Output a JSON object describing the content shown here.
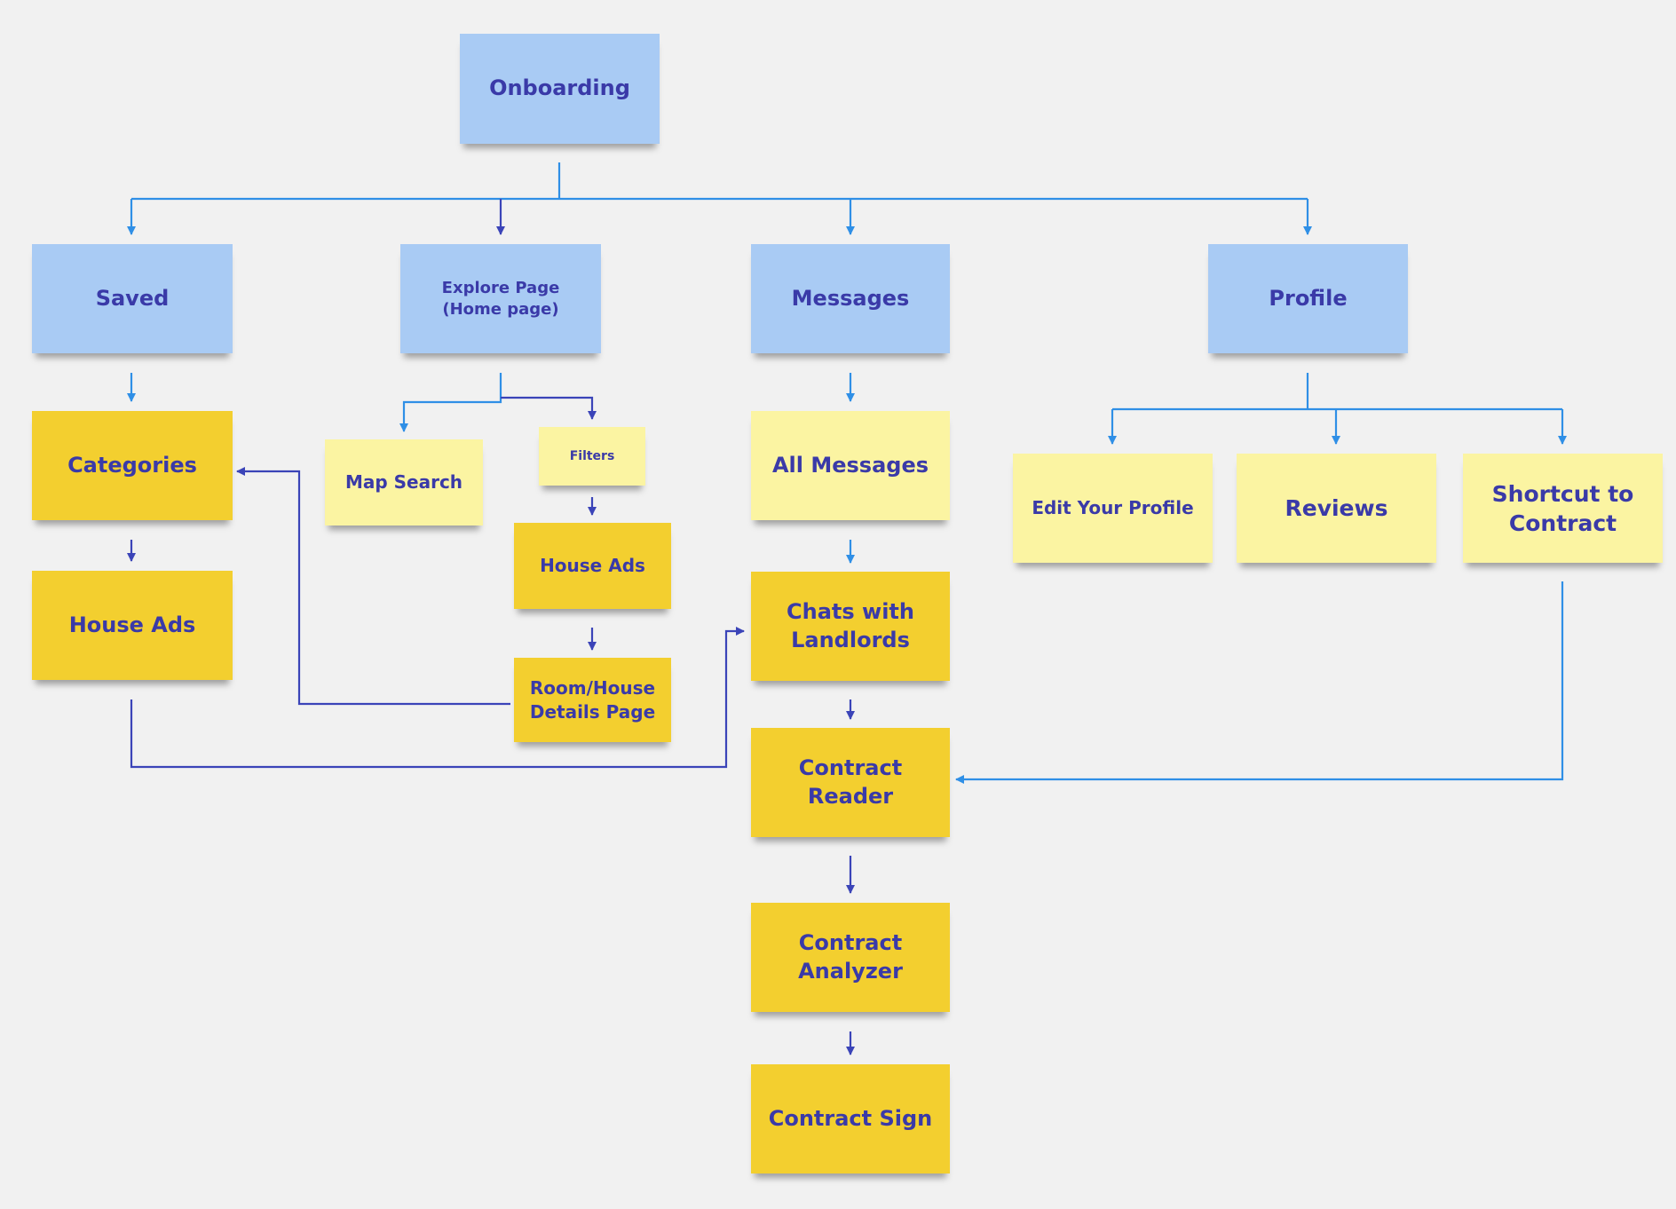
{
  "colors": {
    "background": "#f1f1f1",
    "blue_note": "#a9cbf4",
    "gold_note": "#f3cf2f",
    "pale_note": "#fbf4a2",
    "note_text": "#3a3aa8",
    "light_connector": "#2f8fe6",
    "dark_connector": "#3b44b8"
  },
  "nodes": {
    "onboarding": "Onboarding",
    "saved": "Saved",
    "explore": "Explore Page\n(Home page)",
    "messages": "Messages",
    "profile": "Profile",
    "categories": "Categories",
    "saved_house_ads": "House Ads",
    "map_search": "Map Search",
    "filters": "Filters",
    "explore_house_ads": "House Ads",
    "details": "Room/House\nDetails Page",
    "all_messages": "All Messages",
    "chats": "Chats with\nLandlords",
    "contract_reader": "Contract Reader",
    "contract_analyzer": "Contract\nAnalyzer",
    "contract_sign": "Contract Sign",
    "edit_profile": "Edit Your Profile",
    "reviews": "Reviews",
    "shortcut": "Shortcut to\nContract"
  }
}
